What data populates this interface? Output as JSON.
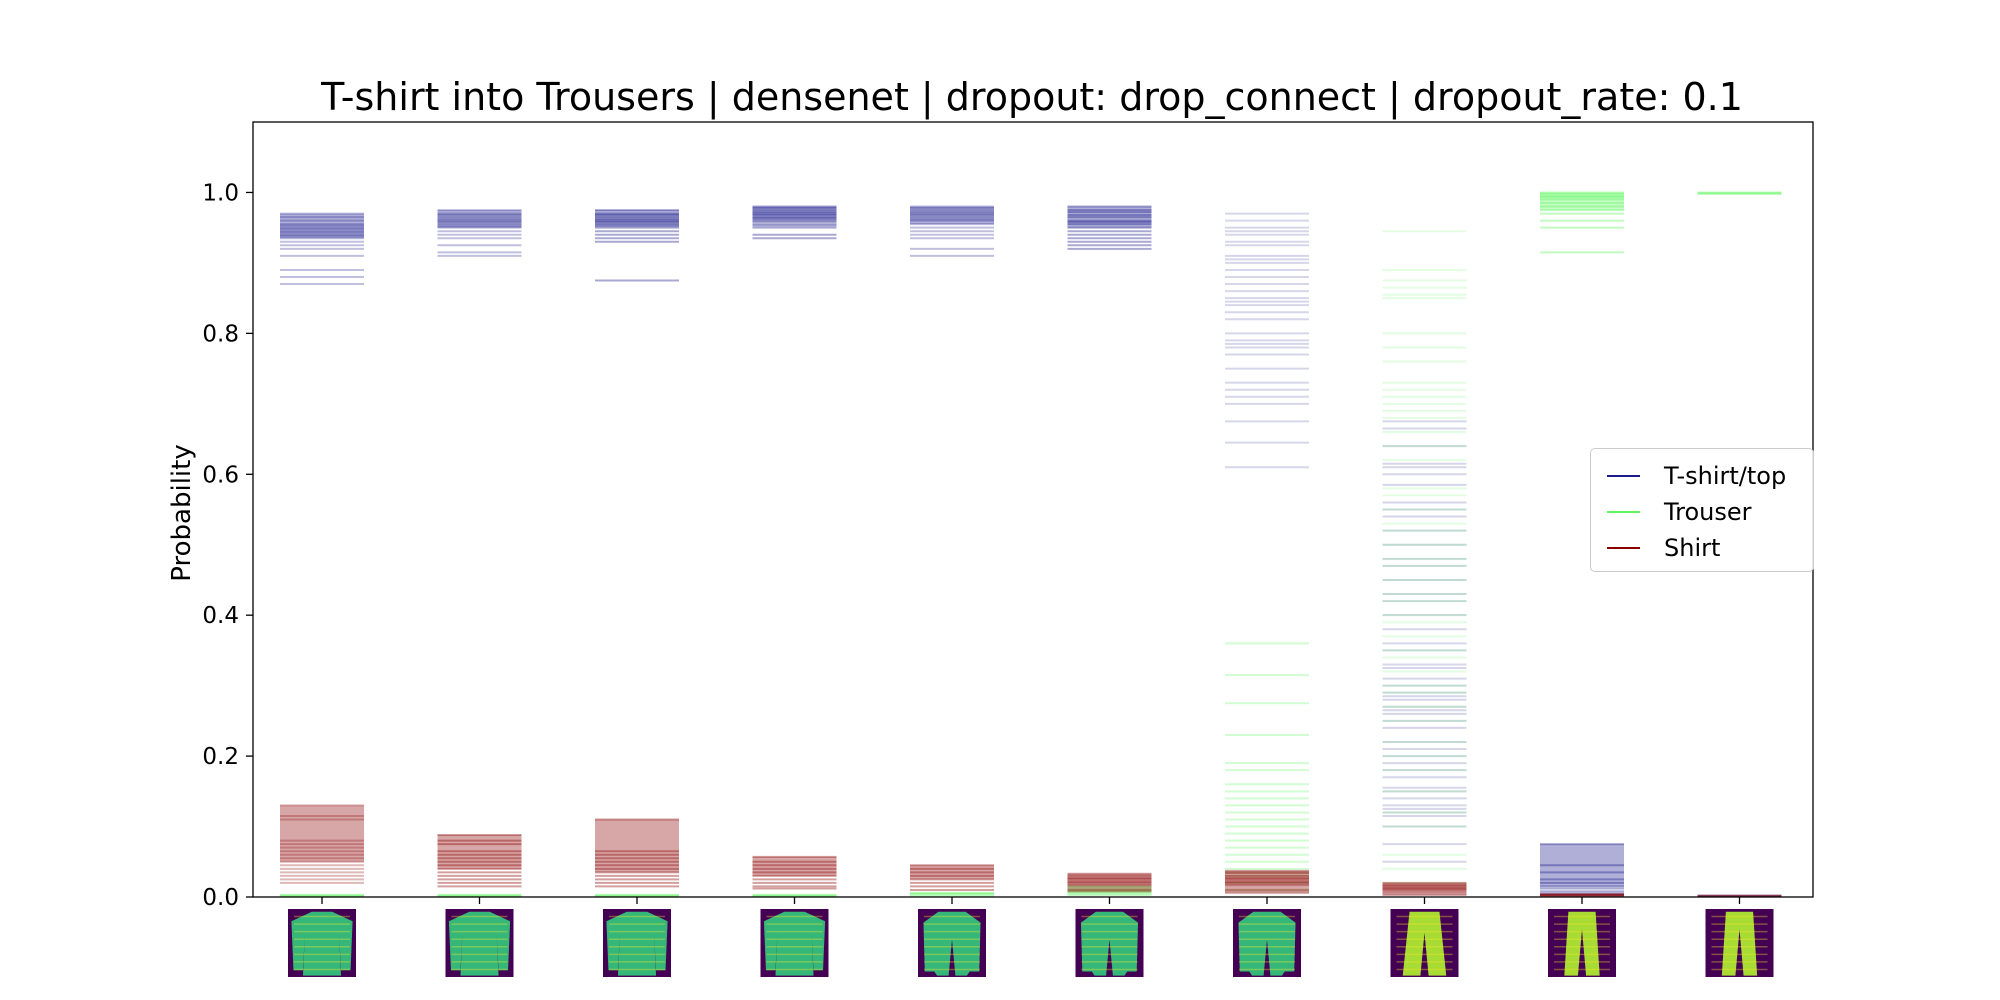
{
  "chart_data": {
    "type": "line",
    "title": "T-shirt into Trousers | densenet | dropout: drop_connect | dropout_rate: 0.1",
    "ylabel": "Probability",
    "xlabel": "",
    "ylim": [
      0,
      1.1
    ],
    "yticks": [
      "0.0",
      "0.2",
      "0.4",
      "0.6",
      "0.8",
      "1.0"
    ],
    "grid": false,
    "legend_position": "center-right",
    "num_steps": 10,
    "x_axis_thumbnails": [
      "tshirt",
      "tshirt",
      "tshirt",
      "tshirt",
      "tshirt-to-trouser",
      "tshirt-to-trouser",
      "tshirt-to-trouser",
      "trouser-like",
      "trouser",
      "trouser"
    ],
    "series": [
      {
        "name": "T-shirt/top",
        "color": "#1a1a8c",
        "samples_per_step": [
          [
            0.97,
            0.965,
            0.96,
            0.955,
            0.953,
            0.95,
            0.948,
            0.945,
            0.943,
            0.94,
            0.938,
            0.935,
            0.93,
            0.925,
            0.92,
            0.91,
            0.89,
            0.88,
            0.87
          ],
          [
            0.975,
            0.97,
            0.968,
            0.965,
            0.962,
            0.96,
            0.958,
            0.955,
            0.952,
            0.95,
            0.945,
            0.94,
            0.935,
            0.925,
            0.915,
            0.91
          ],
          [
            0.975,
            0.97,
            0.968,
            0.965,
            0.962,
            0.96,
            0.958,
            0.955,
            0.952,
            0.95,
            0.945,
            0.94,
            0.935,
            0.93,
            0.875
          ],
          [
            0.98,
            0.978,
            0.975,
            0.972,
            0.97,
            0.968,
            0.965,
            0.963,
            0.96,
            0.958,
            0.955,
            0.953,
            0.95,
            0.94,
            0.935
          ],
          [
            0.98,
            0.978,
            0.975,
            0.972,
            0.97,
            0.968,
            0.965,
            0.962,
            0.96,
            0.955,
            0.95,
            0.945,
            0.94,
            0.935,
            0.92,
            0.91
          ],
          [
            0.98,
            0.975,
            0.972,
            0.968,
            0.965,
            0.96,
            0.958,
            0.955,
            0.95,
            0.945,
            0.94,
            0.935,
            0.93,
            0.925,
            0.92
          ],
          [
            0.97,
            0.96,
            0.95,
            0.945,
            0.94,
            0.93,
            0.925,
            0.91,
            0.905,
            0.9,
            0.89,
            0.88,
            0.87,
            0.86,
            0.85,
            0.845,
            0.84,
            0.83,
            0.82,
            0.8,
            0.79,
            0.785,
            0.78,
            0.77,
            0.75,
            0.73,
            0.72,
            0.71,
            0.7,
            0.675,
            0.645,
            0.61
          ],
          [
            0.675,
            0.665,
            0.64,
            0.615,
            0.61,
            0.6,
            0.585,
            0.56,
            0.55,
            0.54,
            0.52,
            0.5,
            0.48,
            0.47,
            0.45,
            0.43,
            0.42,
            0.4,
            0.38,
            0.36,
            0.35,
            0.33,
            0.325,
            0.31,
            0.3,
            0.29,
            0.285,
            0.28,
            0.27,
            0.265,
            0.26,
            0.25,
            0.24,
            0.22,
            0.21,
            0.2,
            0.19,
            0.18,
            0.17,
            0.155,
            0.15,
            0.14,
            0.13,
            0.125,
            0.12,
            0.115,
            0.1,
            0.075,
            0.05
          ],
          [
            0.075,
            0.045,
            0.035,
            0.025,
            0.02,
            0.015,
            0.012,
            0.008,
            0.005,
            0.003
          ],
          [
            0.002,
            0.001
          ]
        ]
      },
      {
        "name": "Trouser",
        "color": "#5cf55c",
        "samples_per_step": [
          [
            0.003,
            0.002,
            0.001
          ],
          [
            0.003,
            0.002,
            0.001
          ],
          [
            0.003,
            0.002,
            0.001
          ],
          [
            0.003,
            0.002,
            0.001
          ],
          [
            0.006,
            0.004,
            0.002
          ],
          [
            0.015,
            0.01,
            0.007,
            0.005,
            0.003
          ],
          [
            0.36,
            0.315,
            0.275,
            0.23,
            0.19,
            0.18,
            0.16,
            0.15,
            0.14,
            0.13,
            0.12,
            0.11,
            0.1,
            0.09,
            0.08,
            0.07,
            0.06,
            0.05,
            0.04,
            0.035,
            0.03,
            0.02,
            0.01
          ],
          [
            0.945,
            0.89,
            0.875,
            0.865,
            0.855,
            0.85,
            0.8,
            0.78,
            0.76,
            0.73,
            0.72,
            0.71,
            0.7,
            0.69,
            0.68,
            0.66,
            0.64,
            0.62,
            0.58,
            0.57,
            0.55,
            0.53,
            0.52,
            0.5,
            0.48,
            0.47,
            0.45,
            0.43,
            0.42,
            0.4,
            0.39,
            0.37,
            0.35,
            0.34,
            0.32,
            0.3,
            0.29,
            0.27,
            0.25,
            0.22,
            0.2,
            0.18,
            0.15,
            0.12,
            0.1,
            0.06,
            0.04,
            0.02
          ],
          [
            1.0,
            0.998,
            0.995,
            0.993,
            0.99,
            0.985,
            0.98,
            0.975,
            0.97,
            0.96,
            0.95,
            0.915
          ],
          [
            1.0,
            0.999,
            0.998
          ]
        ]
      },
      {
        "name": "Shirt",
        "color": "#8b0000",
        "samples_per_step": [
          [
            0.13,
            0.115,
            0.11,
            0.08,
            0.075,
            0.07,
            0.065,
            0.06,
            0.055,
            0.05,
            0.045,
            0.04,
            0.035,
            0.03,
            0.025,
            0.02
          ],
          [
            0.088,
            0.08,
            0.075,
            0.065,
            0.06,
            0.055,
            0.05,
            0.045,
            0.04,
            0.035,
            0.03,
            0.025,
            0.02,
            0.015
          ],
          [
            0.11,
            0.065,
            0.06,
            0.055,
            0.05,
            0.045,
            0.04,
            0.035,
            0.03,
            0.025,
            0.02,
            0.015
          ],
          [
            0.057,
            0.05,
            0.045,
            0.04,
            0.035,
            0.03,
            0.025,
            0.02,
            0.015,
            0.012
          ],
          [
            0.045,
            0.04,
            0.035,
            0.03,
            0.025,
            0.02,
            0.015,
            0.01
          ],
          [
            0.033,
            0.03,
            0.027,
            0.025,
            0.022,
            0.02,
            0.017,
            0.015,
            0.012,
            0.01,
            0.008
          ],
          [
            0.037,
            0.034,
            0.03,
            0.027,
            0.025,
            0.022,
            0.02,
            0.017,
            0.015,
            0.012,
            0.01,
            0.008,
            0.006
          ],
          [
            0.02,
            0.017,
            0.015,
            0.013,
            0.011,
            0.009,
            0.007,
            0.005,
            0.003
          ],
          [
            0.004,
            0.003,
            0.002,
            0.001
          ],
          [
            0.002,
            0.001
          ]
        ]
      }
    ]
  }
}
